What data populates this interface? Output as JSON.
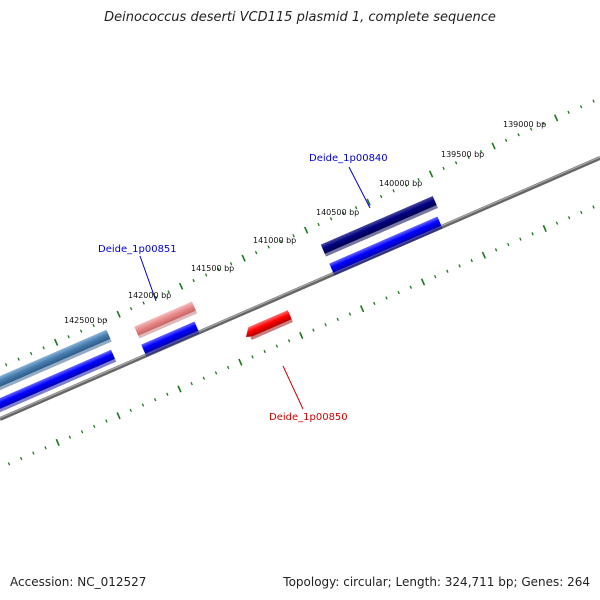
{
  "title": "Deinococcus deserti VCD115 plasmid 1, complete sequence",
  "footer": {
    "accession": "Accession: NC_012527",
    "summary": "Topology: circular; Length: 324,711 bp; Genes: 264"
  },
  "bp_labels": [
    "139000 bp",
    "139500 bp",
    "140000 bp",
    "140500 bp",
    "141000 bp",
    "141500 bp",
    "142000 bp",
    "142500 bp"
  ],
  "gene_labels": [
    {
      "text": "Deide_1p00840",
      "color": "#0000cc"
    },
    {
      "text": "Deide_1p00851",
      "color": "#0000cc"
    },
    {
      "text": "Deide_1p00850",
      "color": "#cc0000"
    }
  ],
  "colors": {
    "backbone": "#777777",
    "ticks": "#1a7a1a",
    "cds": "#0000ff",
    "gene_dark": "#000080",
    "gene_steel": "#4a7fb0",
    "gene_pink": "#e88a8a",
    "gene_red": "#ff0000"
  }
}
